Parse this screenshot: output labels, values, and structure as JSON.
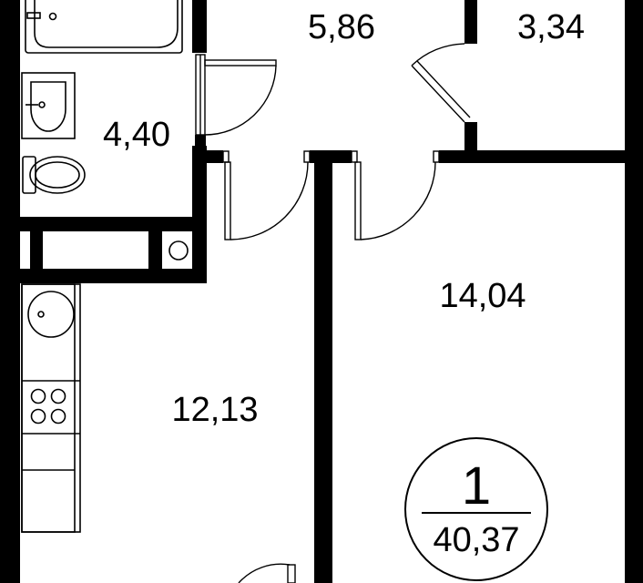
{
  "rooms": {
    "hall": {
      "area": "5,86"
    },
    "storage": {
      "area": "3,34"
    },
    "bathroom": {
      "area": "4,40"
    },
    "bedroom": {
      "area": "14,04"
    },
    "kitchen": {
      "area": "12,13"
    }
  },
  "apartment": {
    "rooms_count": "1",
    "total_area": "40,37"
  },
  "colors": {
    "wall": "#000000",
    "background": "#ffffff"
  }
}
